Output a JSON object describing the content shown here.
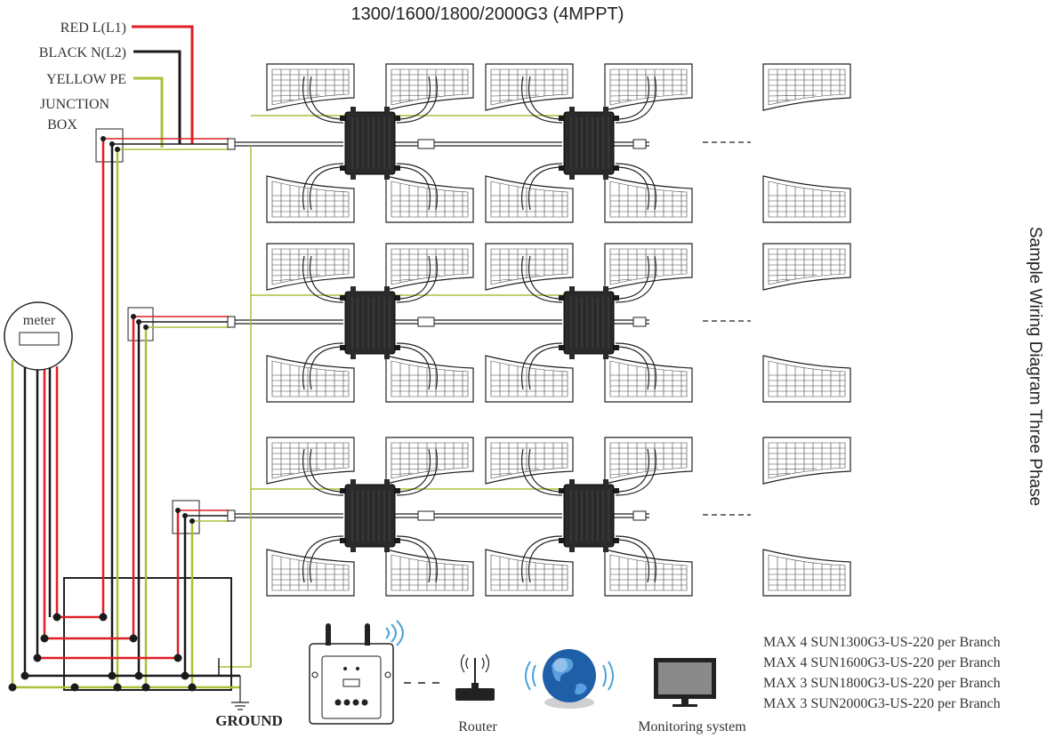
{
  "title": "1300/1600/1800/2000G3 (4MPPT)",
  "side_title": "Sample Wiring Diagram Three Phase",
  "legend": {
    "red": "RED L(L1)",
    "black": "BLACK N(L2)",
    "yellow": "YELLOW  PE",
    "junction_line1": "JUNCTION",
    "junction_line2": "BOX"
  },
  "meter_label": "meter",
  "ground_label": "GROUND",
  "router_label": "Router",
  "monitoring_label": "Monitoring system",
  "branch_notes": [
    "MAX 4 SUN1300G3-US-220 per Branch",
    "MAX 4 SUN1600G3-US-220 per Branch",
    "MAX 3 SUN1800G3-US-220 per Branch",
    "MAX 3 SUN2000G3-US-220 per Branch"
  ],
  "colors": {
    "red": "#e01e26",
    "black": "#1a1a1a",
    "yellow_green": "#a8c23a",
    "globe": "#1f5fa8",
    "wifi": "#4aa3d8"
  },
  "icons": [
    "inverter-icon",
    "solar-panel-icon",
    "router-icon",
    "globe-icon",
    "monitor-icon",
    "datalogger-icon",
    "wifi-icon",
    "ground-icon"
  ]
}
